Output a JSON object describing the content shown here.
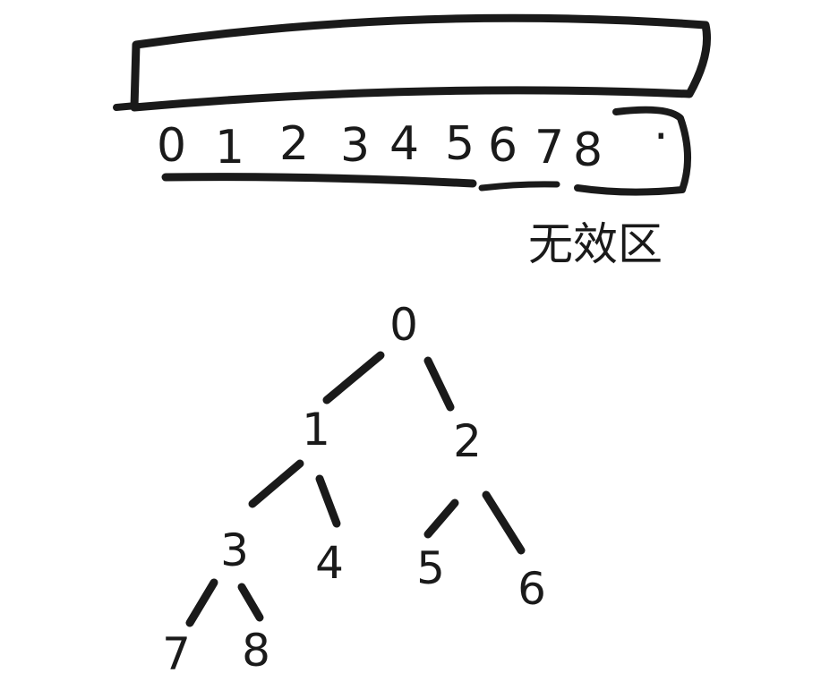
{
  "array": {
    "indices": [
      "0",
      "1",
      "2",
      "3",
      "4",
      "5",
      "6",
      "7",
      "8"
    ],
    "trailing_mark": "·",
    "invalid_region_label": "无效区"
  },
  "tree": {
    "nodes": [
      "0",
      "1",
      "2",
      "3",
      "4",
      "5",
      "6",
      "7",
      "8"
    ],
    "edges": [
      [
        0,
        1
      ],
      [
        0,
        2
      ],
      [
        1,
        3
      ],
      [
        1,
        4
      ],
      [
        2,
        5
      ],
      [
        2,
        6
      ],
      [
        3,
        7
      ],
      [
        3,
        8
      ]
    ]
  }
}
